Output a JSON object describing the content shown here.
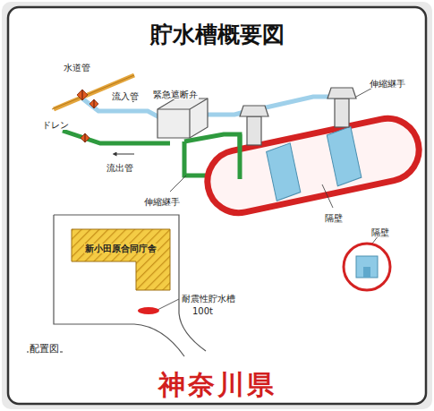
{
  "diagram": {
    "title": "貯水槽概要図",
    "caption": "神奈川県",
    "nodes": [
      {
        "text": [
          "緊急遮断弁"
        ]
      },
      {
        "text": [
          "新小田原合同庁舎"
        ]
      }
    ],
    "labels": [
      "水道管",
      "流入管",
      "ドレン",
      "流出管",
      "伸縮継手",
      "伸縮継手",
      "隔壁",
      "隔壁",
      "配置図",
      "耐震性貯水槽",
      "100t"
    ]
  }
}
